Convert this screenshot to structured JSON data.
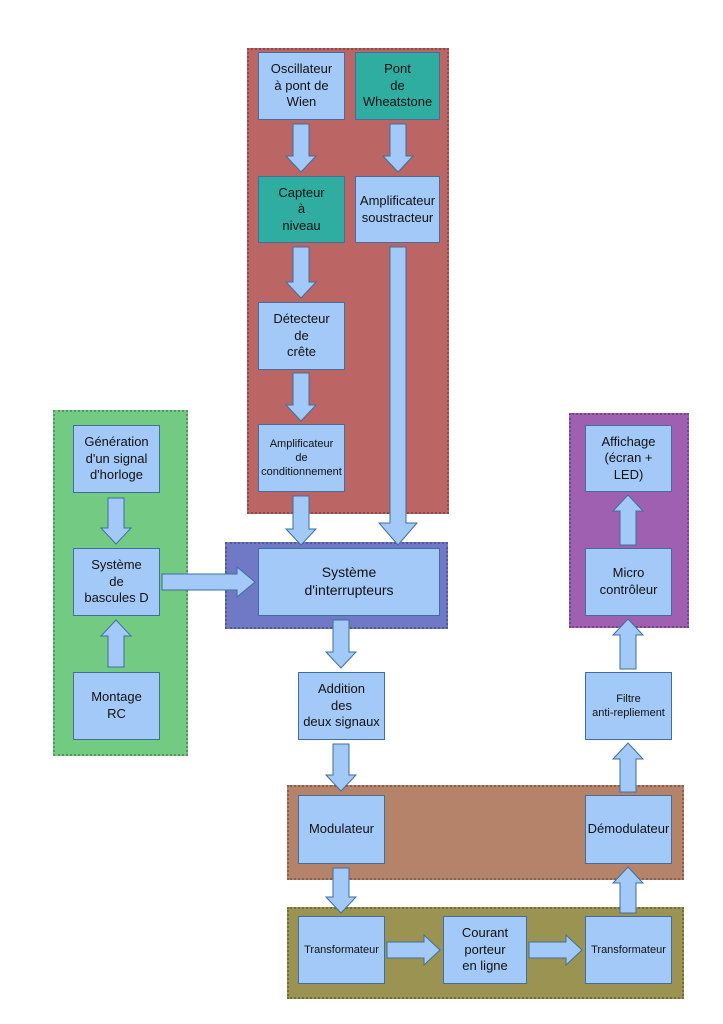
{
  "colors": {
    "box": "#a3c9f8",
    "box_teal": "#2fada0",
    "arrow_fill": "#a3c9f8",
    "arrow_stroke": "#3f6f9a",
    "group_red": "#bb6565",
    "group_green": "#73ca83",
    "group_blue": "#6f79c6",
    "group_purple": "#9f60b1",
    "group_brown": "#b5826a",
    "group_olive": "#9b9351"
  },
  "blocks": {
    "wien_oscillator": "Oscillateur\nà pont de\nWien",
    "wheatstone_bridge": "Pont\nde\nWheatstone",
    "level_sensor": "Capteur\nà\nniveau",
    "subtractor_amplifier": "Amplificateur\nsoustracteur",
    "peak_detector": "Détecteur\nde\ncrête",
    "conditioning_amplifier": "Amplificateur\nde\nconditionnement",
    "clock_generation": "Génération\nd'un signal\nd'horloge",
    "d_flipflops": "Système\nde\nbascules D",
    "rc_circuit": "Montage\nRC",
    "switch_system": "Système\nd'interrupteurs",
    "signal_addition": "Addition\ndes\ndeux signaux",
    "modulator": "Modulateur",
    "transformer_left": "Transformateur",
    "power_line_carrier": "Courant\nporteur\nen ligne",
    "transformer_right": "Transformateur",
    "demodulator": "Démodulateur",
    "antialias_filter": "Filtre\nanti-repliement",
    "microcontroller": "Micro\ncontrôleur",
    "display": "Affichage\n(écran + LED)"
  }
}
